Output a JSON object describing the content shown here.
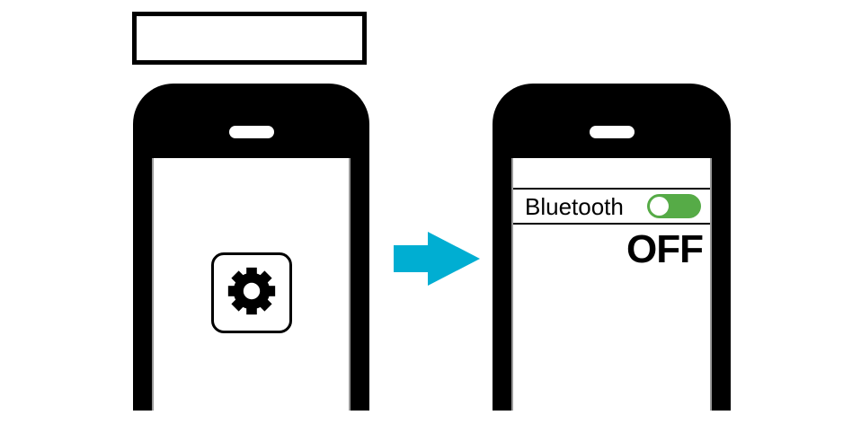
{
  "caption_box": {
    "text": ""
  },
  "left_phone": {
    "description": "phone showing settings app icon",
    "app_button": {
      "icon": "settings-gear-icon"
    }
  },
  "arrow": {
    "icon": "arrow-right-icon",
    "direction": "right"
  },
  "right_phone": {
    "description": "phone showing bluetooth toggle screen",
    "bluetooth_row": {
      "label": "Bluetooth",
      "toggle": {
        "knob_position": "left",
        "state_shown": "off"
      }
    },
    "status_text": "OFF"
  },
  "colors": {
    "arrow_cyan": "#00AED2",
    "toggle_green": "#56AB47",
    "phone_body": "#000000",
    "divider": "#000000",
    "screen_edge": "#9a9a9a"
  }
}
